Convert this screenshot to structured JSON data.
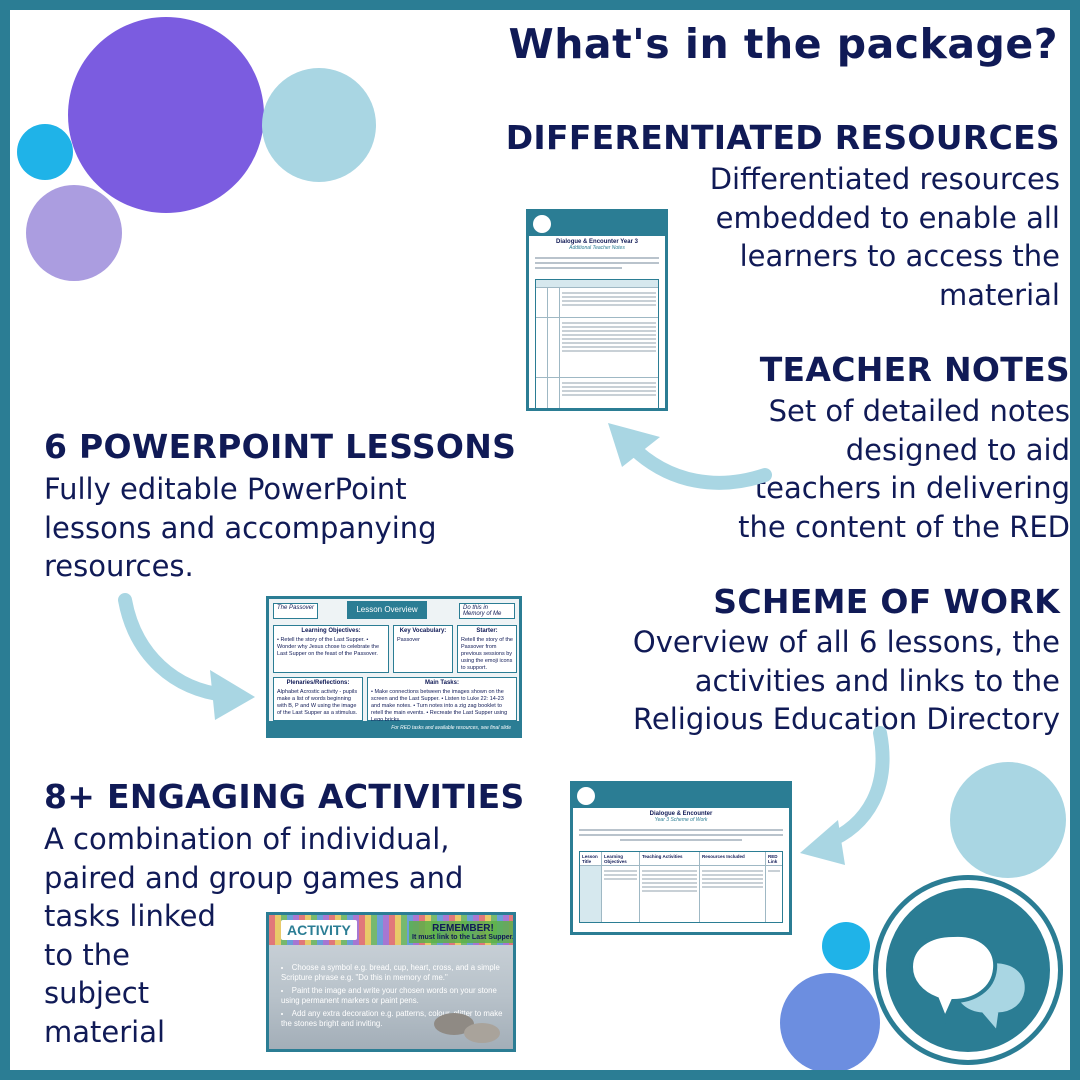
{
  "colors": {
    "frame": "#2b7d94",
    "navy": "#101a56",
    "purple": "#7b5ce0",
    "lavender": "#ab9de0",
    "light_blue": "#a9d6e3",
    "sky_blue": "#1fb3e8",
    "periwinkle": "#6c8ee0"
  },
  "header": {
    "title": "What's in the package?"
  },
  "sections": {
    "differentiated": {
      "heading": "DIFFERENTIATED RESOURCES",
      "lines": [
        "Differentiated resources",
        "embedded to enable all",
        "learners to access the",
        "material"
      ]
    },
    "teacher_notes": {
      "heading": "TEACHER NOTES",
      "lines": [
        "Set of detailed notes",
        "designed to aid",
        "teachers in delivering",
        "the content of the RED"
      ]
    },
    "powerpoint": {
      "heading": "6 POWERPOINT LESSONS",
      "lines": [
        "Fully editable PowerPoint",
        "lessons and accompanying",
        "resources."
      ]
    },
    "scheme": {
      "heading": "SCHEME OF WORK",
      "lines": [
        "Overview of all 6 lessons, the",
        "activities and links to the",
        "Religious Education Directory"
      ]
    },
    "activities": {
      "heading": "8+ ENGAGING ACTIVITIES",
      "lines": [
        "A combination of individual,",
        "paired and group games and",
        "tasks linked",
        "to the",
        "subject",
        "material"
      ]
    }
  },
  "thumbnails": {
    "teacher_notes_doc": {
      "title": "Dialogue & Encounter Year 3",
      "subtitle": "Additional Teacher Notes"
    },
    "lesson_overview": {
      "banner": "Lesson Overview",
      "tag_left": "The Passover",
      "tag_right": "Do this in Memory of Me",
      "objectives_title": "Learning Objectives:",
      "objectives": "• Retell the story of the Last Supper. • Wonder why Jesus chose to celebrate the Last Supper on the feast of the Passover.",
      "vocab_title": "Key Vocabulary:",
      "vocab": "Passover",
      "starter_title": "Starter:",
      "starter": "Retell the story of the Passover from previous sessions by using the emoji icons to support.",
      "plenaries_title": "Plenaries/Reflections:",
      "plenaries": "Alphabet Acrostic activity - pupils make a list of words beginning with B, P and W using the image of the Last Supper as a stimulus.",
      "main_title": "Main Tasks:",
      "main": "• Make connections between the images shown on the screen and the Last Supper. • Listen to Luke 22: 14-23 and make notes. • Turn notes into a zig zag booklet to retell the main events. • Recreate the Last Supper using Lego bricks.",
      "footer": "For RED tasks and available resources, see final slide"
    },
    "scheme_doc": {
      "title": "Dialogue & Encounter",
      "subtitle": "Year 3 Scheme of Work",
      "columns": [
        "Lesson Title",
        "Learning Objectives",
        "Teaching Activities",
        "Resources Included",
        "RED Link"
      ]
    },
    "activity_slide": {
      "label": "ACTIVITY",
      "remember_1": "REMEMBER!",
      "remember_2": "It must link to the Last Supper.",
      "items": [
        "Choose a symbol e.g. bread, cup, heart, cross, and a simple Scripture phrase e.g. \"Do this in memory of me.\"",
        "Paint the image and write your chosen words on your stone using permanent markers or paint pens.",
        "Add any extra decoration e.g. patterns, colour, glitter to make the stones bright and inviting."
      ]
    }
  },
  "icons": {
    "chat": "speech-bubbles-icon",
    "arrows": "curved-arrow-icon"
  }
}
